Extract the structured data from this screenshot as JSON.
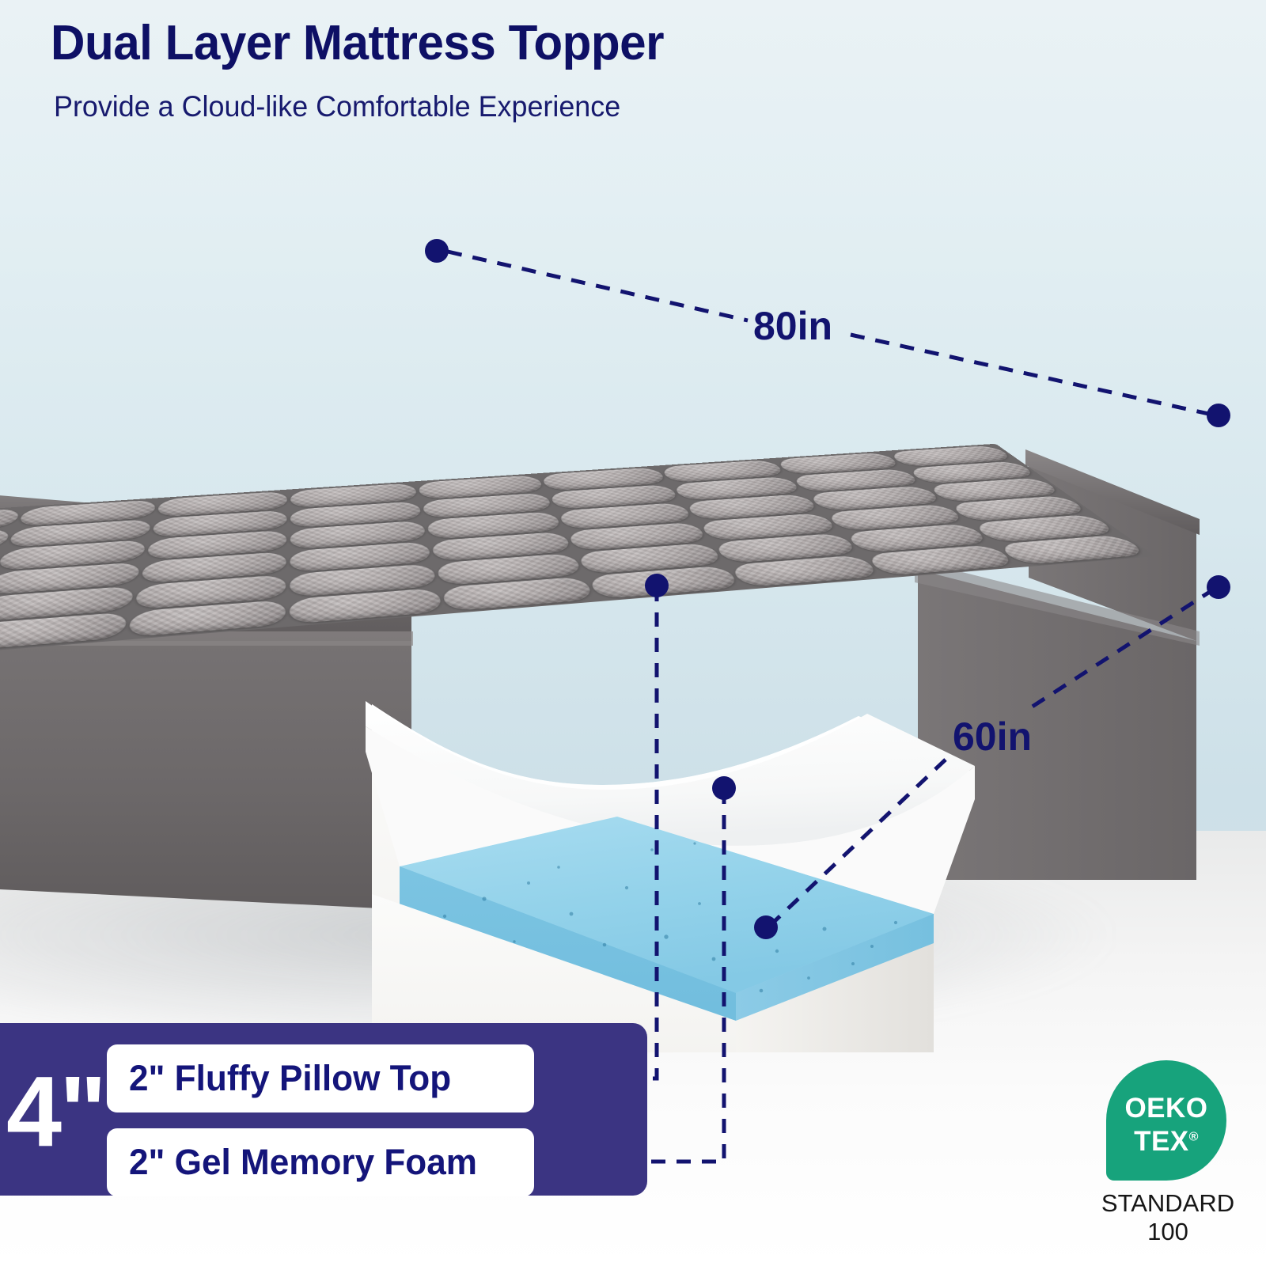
{
  "header": {
    "title": "Dual Layer Mattress Topper",
    "subtitle": "Provide a Cloud-like Comfortable Experience"
  },
  "dimensions": {
    "length": "80in",
    "width": "60in",
    "total_thickness": "4\""
  },
  "layers": [
    {
      "label": "2\" Fluffy Pillow Top"
    },
    {
      "label": "2\" Gel Memory Foam"
    }
  ],
  "certification": {
    "line1": "OEKO",
    "line2": "TEX",
    "registered_mark": "®",
    "standard": "STANDARD",
    "number": "100"
  },
  "colors": {
    "navy": "#12136f",
    "callout_purple": "#3b3482",
    "badge_teal": "#17a37c",
    "quilt_gray": "#a79f9f",
    "side_gray": "#6d6a6b",
    "gel_blue": "#8fcfe9",
    "base_white": "#f6f6f4",
    "background_top": "#eaf2f5",
    "background_bottom": "#cfe1e8"
  }
}
